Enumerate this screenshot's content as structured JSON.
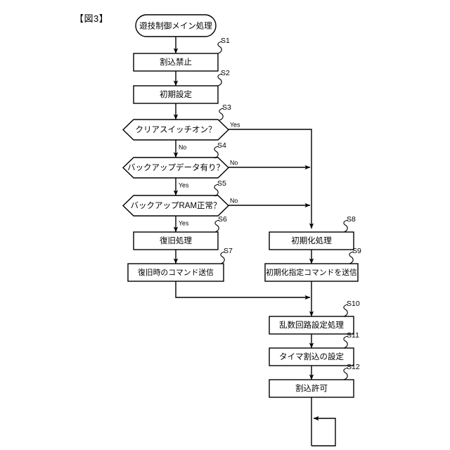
{
  "figure": {
    "label": "【図3】",
    "title_terminal": "遊技制御メイン処理"
  },
  "nodes": [
    {
      "id": "start",
      "step": "",
      "text": "遊技制御メイン処理",
      "shape": "terminal"
    },
    {
      "id": "s1",
      "step": "S1",
      "text": "割込禁止",
      "shape": "process"
    },
    {
      "id": "s2",
      "step": "S2",
      "text": "初期設定",
      "shape": "process"
    },
    {
      "id": "s3",
      "step": "S3",
      "text": "クリアスイッチオン？",
      "shape": "decision"
    },
    {
      "id": "s4",
      "step": "S4",
      "text": "バックアップデータ有り？",
      "shape": "decision"
    },
    {
      "id": "s5",
      "step": "S5",
      "text": "バックアップRAM正常？",
      "shape": "decision"
    },
    {
      "id": "s6",
      "step": "S6",
      "text": "復旧処理",
      "shape": "process"
    },
    {
      "id": "s7",
      "step": "S7",
      "text": "復旧時のコマンド送信",
      "shape": "process"
    },
    {
      "id": "s8",
      "step": "S8",
      "text": "初期化処理",
      "shape": "process"
    },
    {
      "id": "s9",
      "step": "S9",
      "text": "初期化指定コマンドを送信",
      "shape": "process"
    },
    {
      "id": "s10",
      "step": "S10",
      "text": "乱数回路設定処理",
      "shape": "process"
    },
    {
      "id": "s11",
      "step": "S11",
      "text": "タイマ割込の設定",
      "shape": "process"
    },
    {
      "id": "s12",
      "step": "S12",
      "text": "割込許可",
      "shape": "process"
    }
  ],
  "branch_labels": {
    "s3_yes": "Yes",
    "s3_no": "No",
    "s4_no": "No",
    "s4_yes": "Yes",
    "s5_no": "No",
    "s5_yes": "Yes"
  },
  "colors": {
    "stroke": "#000000",
    "fill": "#ffffff",
    "background": "#ffffff"
  }
}
